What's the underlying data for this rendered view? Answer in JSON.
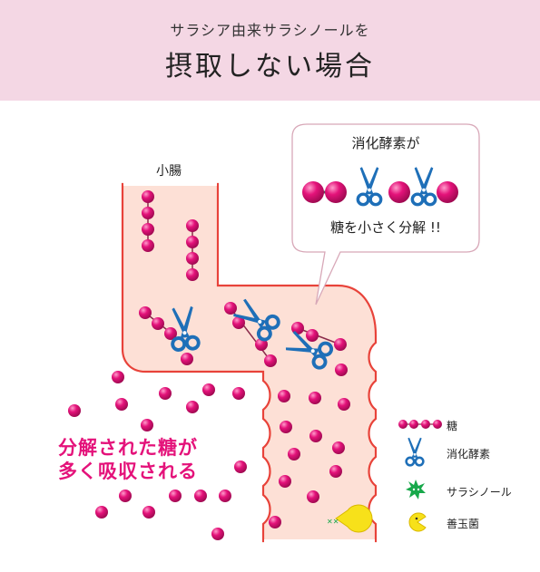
{
  "header": {
    "subtitle": "サラシア由来サラシノールを",
    "title": "摂取しない場合"
  },
  "diagram": {
    "intestine_label": "小腸",
    "bubble": {
      "line1": "消化酵素が",
      "line2": "糖を小さく分解 !!"
    },
    "absorbed_text": {
      "line1": "分解された糖が",
      "line2": "多く吸収される"
    }
  },
  "legend": {
    "items": [
      {
        "icon": "sugar-chain-icon",
        "label": "糖"
      },
      {
        "icon": "scissors-icon",
        "label": "消化酵素"
      },
      {
        "icon": "salacinol-icon",
        "label": "サラシノール"
      },
      {
        "icon": "good-bacteria-icon",
        "label": "善玉菌"
      }
    ]
  },
  "colors": {
    "header_bg": "#f4d7e4",
    "intestine_fill": "#fde0d6",
    "intestine_outline": "#e8433a",
    "sugar": "#e4127a",
    "enzyme": "#1e6fb8",
    "salacinol": "#17a84a",
    "bacteria": "#f7e11a",
    "accent_text": "#e4127a"
  }
}
